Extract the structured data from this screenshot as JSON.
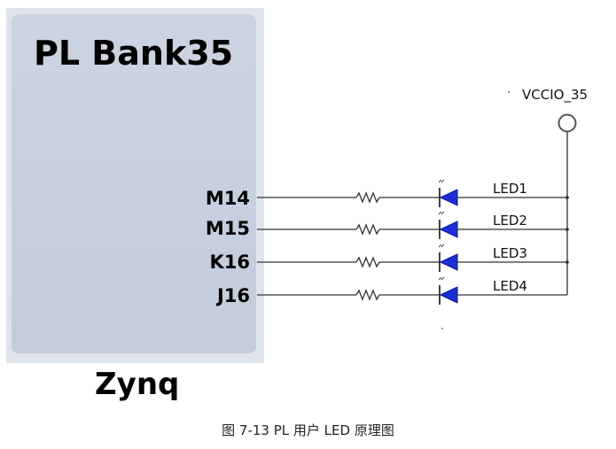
{
  "chip": {
    "bank_title": "PL Bank35",
    "name": "Zynq",
    "pins": [
      "M14",
      "M15",
      "K16",
      "J16"
    ]
  },
  "leds": [
    "LED1",
    "LED2",
    "LED3",
    "LED4"
  ],
  "power_label": "VCCIO_35",
  "caption": "图 7-13    PL 用户 LED 原理图",
  "colors": {
    "chip_fill": "#c8d0df",
    "chip_frame": "#dfe4ec",
    "led_fill": "#1a2fd6",
    "wire": "#333333"
  }
}
